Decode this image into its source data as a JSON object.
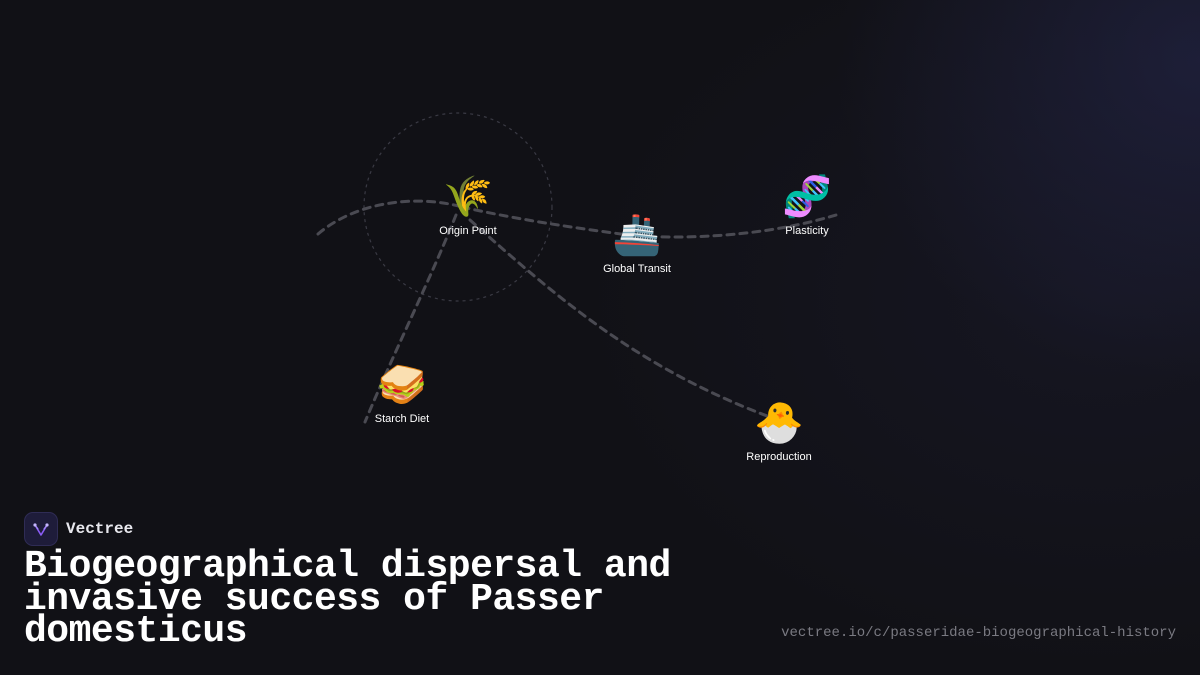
{
  "diagram": {
    "nodes": [
      {
        "id": "origin",
        "label": "Origin Point",
        "icon": "wheat-icon",
        "glyph": "🌾"
      },
      {
        "id": "transit",
        "label": "Global Transit",
        "icon": "ship-icon",
        "glyph": "🚢"
      },
      {
        "id": "plasticity",
        "label": "Plasticity",
        "icon": "dna-icon",
        "glyph": "🧬"
      },
      {
        "id": "starch",
        "label": "Starch Diet",
        "icon": "sandwich-icon",
        "glyph": "🥪"
      },
      {
        "id": "reproduction",
        "label": "Reproduction",
        "icon": "hatching-chick-icon",
        "glyph": "🐣"
      }
    ],
    "links": [
      {
        "from": "origin",
        "to": "transit"
      },
      {
        "from": "transit",
        "to": "plasticity"
      },
      {
        "from": "origin",
        "to": "starch"
      },
      {
        "from": "origin",
        "to": "reproduction"
      }
    ],
    "colors": {
      "link": "#4a4a52",
      "focus_ring": "#3a3a44",
      "label": "#ffffff"
    }
  },
  "brand": {
    "name": "Vectree",
    "icon": "vectree-logo-icon",
    "accent": "#8b5cf6"
  },
  "title": "Biogeographical dispersal and invasive success of Passer domesticus",
  "url": "vectree.io/c/passeridae-biogeographical-history",
  "colors": {
    "background": "#111116",
    "title": "#ffffff",
    "url": "#7a7a82"
  }
}
